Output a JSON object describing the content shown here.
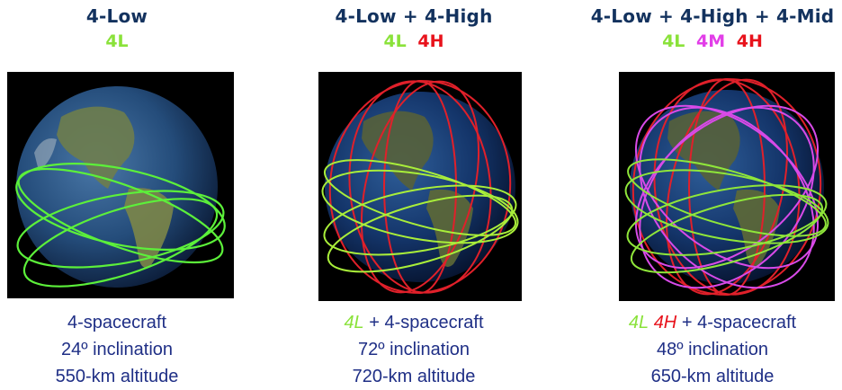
{
  "colors": {
    "title": "#13325e",
    "caption": "#1f2f86",
    "low": "#8ae23a",
    "high": "#e8121b",
    "mid": "#e23ee8",
    "orbit_low": "#5cf03a",
    "orbit_high": "#e0202a",
    "orbit_mid": "#d84ae8"
  },
  "panels": [
    {
      "title": "4-Low",
      "codes": [
        {
          "text": "4L",
          "type": "low"
        }
      ],
      "caption": {
        "line1_prefix": [],
        "line1_text": "4-spacecraft",
        "line2": "24º inclination",
        "line3": "550-km altitude"
      }
    },
    {
      "title": "4-Low + 4-High",
      "codes": [
        {
          "text": "4L",
          "type": "low"
        },
        {
          "text": "4H",
          "type": "high"
        }
      ],
      "caption": {
        "line1_prefix": [
          {
            "text": "4L",
            "type": "low"
          }
        ],
        "line1_text": "+ 4-spacecraft",
        "line2": "72º inclination",
        "line3": "720-km altitude"
      }
    },
    {
      "title": "4-Low + 4-High + 4-Mid",
      "codes": [
        {
          "text": "4L",
          "type": "low"
        },
        {
          "text": "4M",
          "type": "mid"
        },
        {
          "text": "4H",
          "type": "high"
        }
      ],
      "caption": {
        "line1_prefix": [
          {
            "text": "4L",
            "type": "low"
          },
          {
            "text": "4H",
            "type": "high"
          }
        ],
        "line1_text": "+ 4-spacecraft",
        "line2": "48º inclination",
        "line3": "650-km altitude"
      }
    }
  ]
}
